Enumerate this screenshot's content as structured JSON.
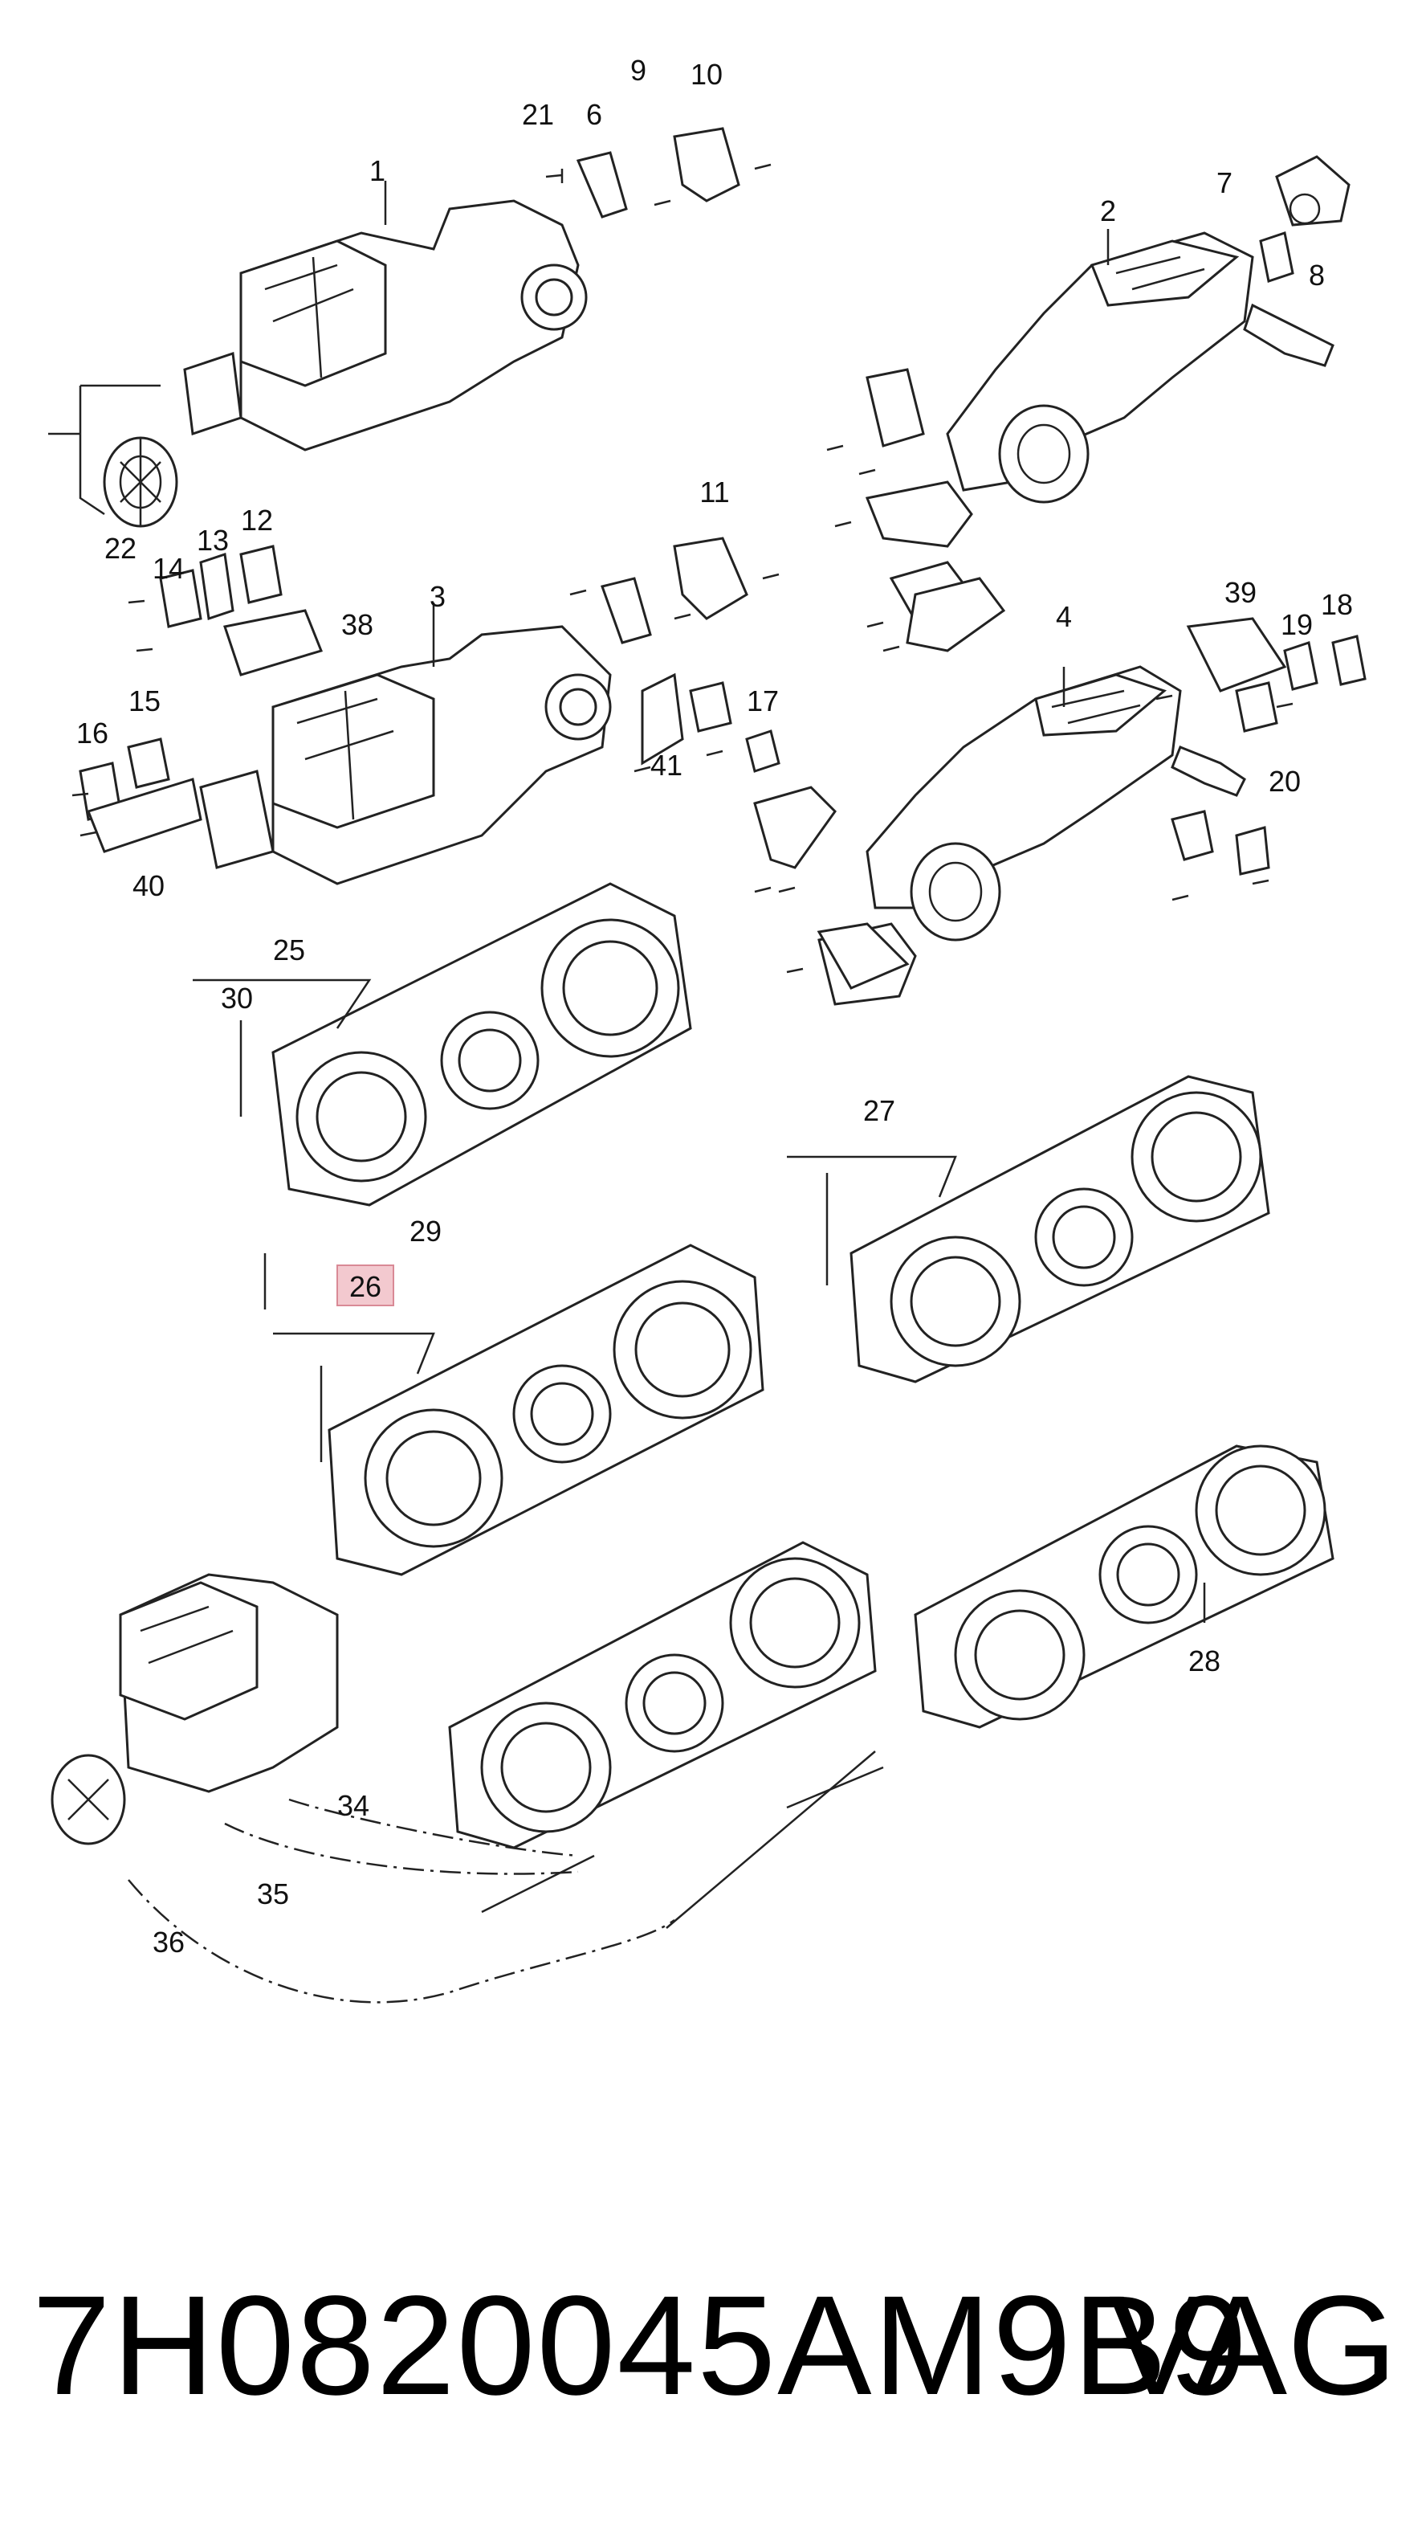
{
  "diagram": {
    "callouts": [
      "1",
      "2",
      "3",
      "4",
      "6",
      "7",
      "8",
      "9",
      "10",
      "11",
      "12",
      "13",
      "14",
      "15",
      "16",
      "17",
      "18",
      "19",
      "20",
      "21",
      "22",
      "25",
      "26",
      "27",
      "28",
      "29",
      "30",
      "34",
      "35",
      "36",
      "38",
      "39",
      "40",
      "41"
    ],
    "highlighted_callout": "26",
    "highlight_color": "#f3c9cf"
  },
  "footer": {
    "part_number": "7H0820045AM9B9",
    "brand": "VAG"
  }
}
